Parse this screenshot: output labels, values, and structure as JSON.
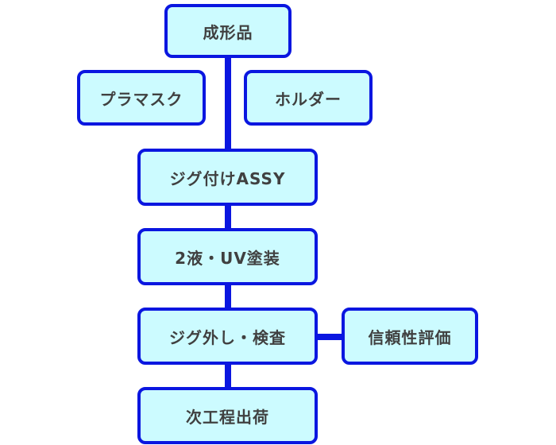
{
  "diagram": {
    "nodes": {
      "molded_part": "成形品",
      "plastic_mask": "プラマスク",
      "holder": "ホルダー",
      "jig_assy": "ジグ付けASSY",
      "coating": "2液・UV塗装",
      "jig_removal_inspection": "ジグ外し・検査",
      "reliability_eval": "信頼性評価",
      "shipping": "次工程出荷"
    },
    "colors": {
      "box_fill": "#ccfbff",
      "box_border": "#0a16e0",
      "connector": "#0a16e0",
      "text": "#404040"
    }
  }
}
